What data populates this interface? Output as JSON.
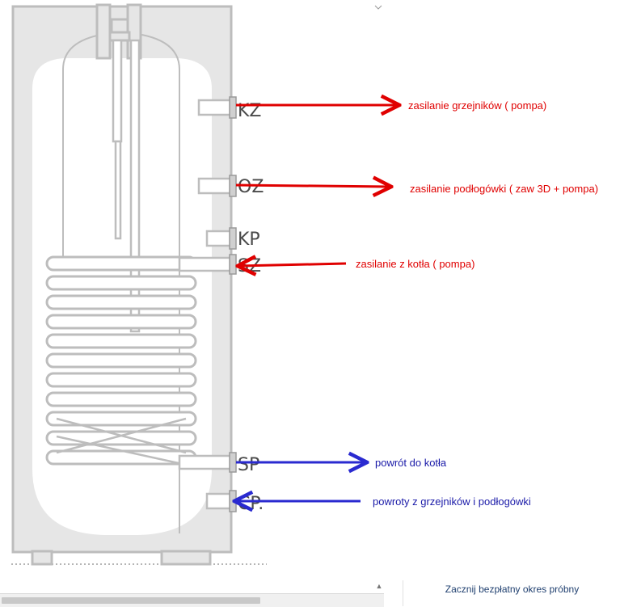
{
  "connections": [
    {
      "code": "KZ",
      "label": "zasilanie grzejników ( pompa)",
      "color": "#e00000",
      "direction": "out"
    },
    {
      "code": "OZ",
      "label": "zasilanie podłogówki ( zaw 3D + pompa)",
      "color": "#e00000",
      "direction": "out"
    },
    {
      "code": "KP",
      "label": "",
      "color": "",
      "direction": ""
    },
    {
      "code": "SZ",
      "label": "zasilanie z kotła ( pompa)",
      "color": "#e00000",
      "direction": "in"
    },
    {
      "code": "SP",
      "label": "powrót do kotła",
      "color": "#2a2ad0",
      "direction": "out"
    },
    {
      "code": "CP.",
      "label": "powroty z grzejników i podłogówki",
      "color": "#2a2ad0",
      "direction": "in"
    }
  ],
  "footer": {
    "trial_link": "Zacznij bezpłatny okres próbny"
  },
  "icons": {
    "scroll_up": "scroll-up-arrow-icon",
    "scroll_down": "scroll-down-arrow-icon"
  }
}
